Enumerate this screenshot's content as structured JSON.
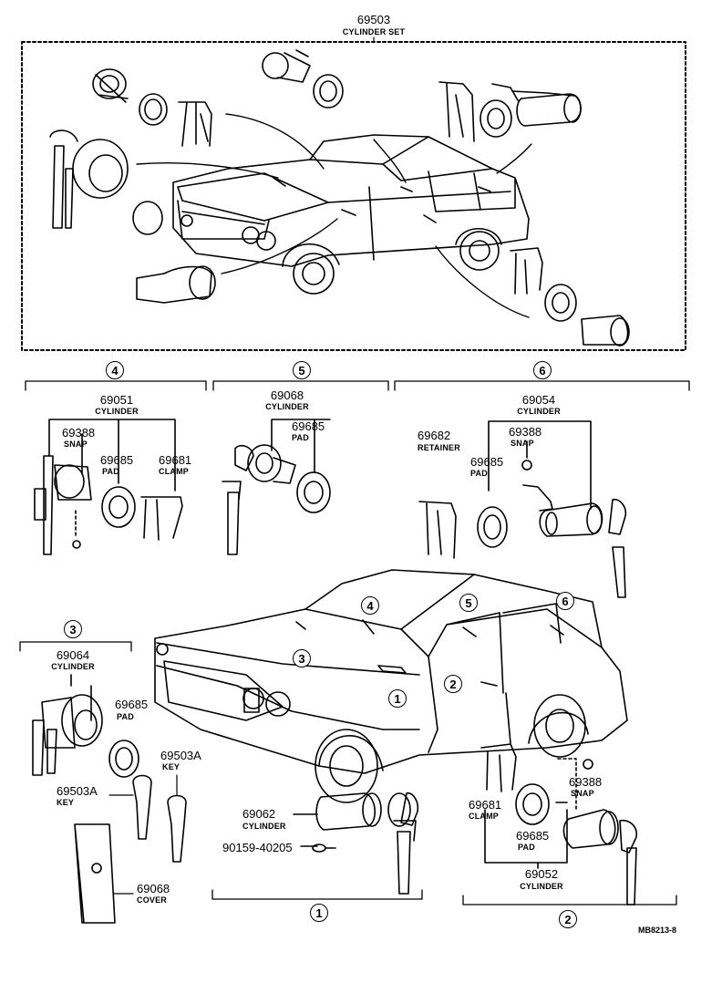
{
  "cylinder_set": {
    "number": "69503",
    "name": "CYLINDER SET"
  },
  "groups": [
    {
      "marker": "4",
      "parts": [
        {
          "number": "69051",
          "name": "CYLINDER"
        },
        {
          "number": "69388",
          "name": "SNAP"
        },
        {
          "number": "69685",
          "name": "PAD"
        },
        {
          "number": "69681",
          "name": "CLAMP"
        }
      ]
    },
    {
      "marker": "5",
      "parts": [
        {
          "number": "69068",
          "name": "CYLINDER"
        },
        {
          "number": "69685",
          "name": "PAD"
        }
      ]
    },
    {
      "marker": "6",
      "parts": [
        {
          "number": "69054",
          "name": "CYLINDER"
        },
        {
          "number": "69682",
          "name": "RETAINER"
        },
        {
          "number": "69685",
          "name": "PAD"
        },
        {
          "number": "69388",
          "name": "SNAP"
        }
      ]
    },
    {
      "marker": "3",
      "parts": [
        {
          "number": "69064",
          "name": "CYLINDER"
        },
        {
          "number": "69685",
          "name": "PAD"
        }
      ]
    },
    {
      "marker": "1",
      "parts": [
        {
          "number": "69062",
          "name": "CYLINDER"
        },
        {
          "number": "90159-40205",
          "name": ""
        }
      ]
    },
    {
      "marker": "2",
      "parts": [
        {
          "number": "69681",
          "name": "CLAMP"
        },
        {
          "number": "69685",
          "name": "PAD"
        },
        {
          "number": "69388",
          "name": "SNAP"
        },
        {
          "number": "69052",
          "name": "CYLINDER"
        }
      ]
    }
  ],
  "keys": [
    {
      "number": "69503A",
      "name": "KEY"
    },
    {
      "number": "69503A",
      "name": "KEY"
    }
  ],
  "cover": {
    "number": "69068",
    "name": "COVER"
  },
  "car_markers": [
    "4",
    "5",
    "6",
    "3",
    "2",
    "1"
  ],
  "reference": "MB8213-8"
}
